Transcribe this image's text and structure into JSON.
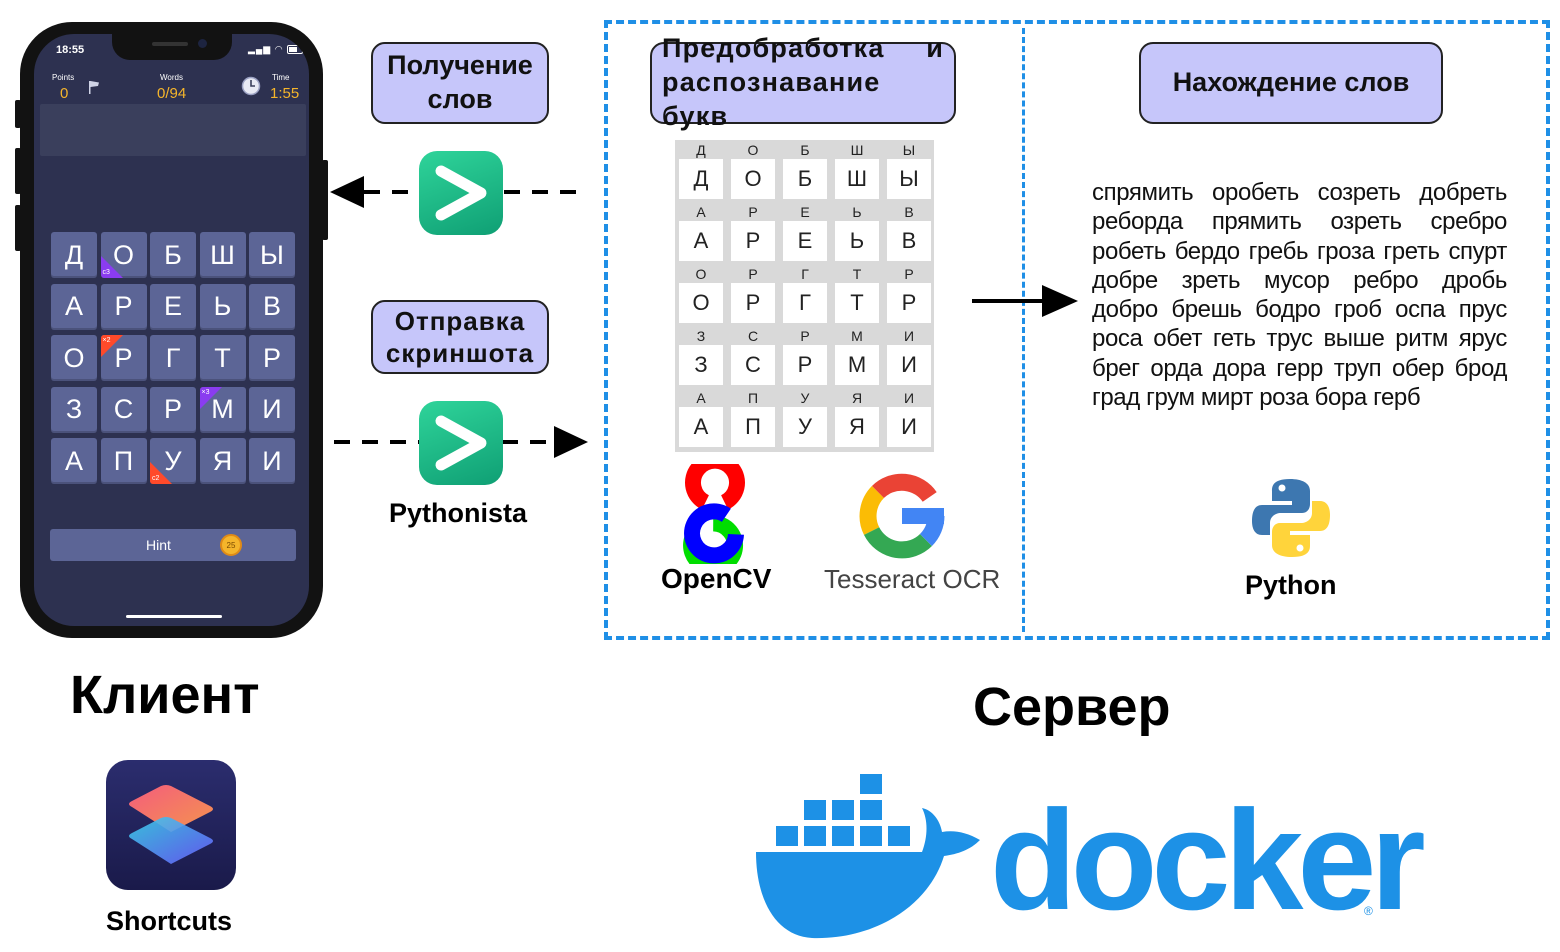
{
  "colors": {
    "pill_fill": "#c6c6fa",
    "dash_blue": "#1f8fe6",
    "pythonista_green": "#1dbf8a",
    "docker_blue": "#1d91e6",
    "phone_screen": "#2d3150",
    "tile": "#5c6596",
    "accent_yellow": "#f5b52b"
  },
  "phone": {
    "time": "18:55",
    "points_label": "Points",
    "points_value": "0",
    "words_label": "Words",
    "words_value": "0/94",
    "time_label": "Time",
    "time_value": "1:55",
    "grid": [
      [
        "Д",
        "О",
        "Б",
        "Ш",
        "Ы"
      ],
      [
        "А",
        "Р",
        "Е",
        "Ь",
        "В"
      ],
      [
        "О",
        "Р",
        "Г",
        "Т",
        "Р"
      ],
      [
        "З",
        "С",
        "Р",
        "М",
        "И"
      ],
      [
        "А",
        "П",
        "У",
        "Я",
        "И"
      ]
    ],
    "bonuses": [
      "c3",
      "×2",
      "×3",
      "c2"
    ],
    "hint_label": "Hint",
    "hint_cost": "25"
  },
  "labels": {
    "receive_words": "Получение слов",
    "send_screenshot": "Отправка скриншота",
    "preprocess": "Предобработка и распознавание букв",
    "find_words": "Нахождение слов",
    "pythonista": "Pythonista",
    "client": "Клиент",
    "server": "Сервер",
    "shortcuts": "Shortcuts",
    "opencv": "OpenCV",
    "tesseract": "Tesseract OCR",
    "python": "Python",
    "docker": "docker"
  },
  "icons": {
    "pythonista": "pythonista-icon",
    "shortcuts": "shortcuts-icon",
    "opencv": "opencv-logo-icon",
    "google": "google-g-icon",
    "python": "python-logo-icon",
    "docker": "docker-whale-icon"
  },
  "recognized_grid": [
    [
      "Д",
      "О",
      "Б",
      "Ш",
      "Ы"
    ],
    [
      "А",
      "Р",
      "Е",
      "Ь",
      "В"
    ],
    [
      "О",
      "Р",
      "Г",
      "Т",
      "Р"
    ],
    [
      "З",
      "С",
      "Р",
      "М",
      "И"
    ],
    [
      "А",
      "П",
      "У",
      "Я",
      "И"
    ]
  ],
  "found_words": "спрямить оробеть созреть добреть реборда прямить озреть сребро робеть бердо гребь гроза греть спурт добре зреть мусор ребро дробь добро брешь бодро гроб оспа прус роса обет геть трус выше ритм ярус брег орда дора герр труп обер брод град грум мирт роза бора герб"
}
